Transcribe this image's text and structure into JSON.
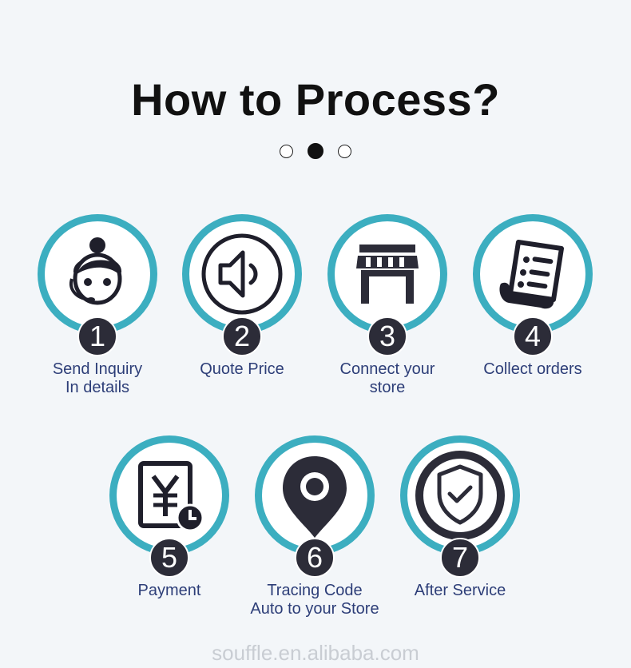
{
  "header": {
    "title": "How to Process?"
  },
  "pager": {
    "dots": [
      "inactive",
      "active",
      "inactive"
    ]
  },
  "steps": [
    {
      "number": "1",
      "line1": "Send Inquiry",
      "line2": "In details",
      "icon": "customer-service-icon"
    },
    {
      "number": "2",
      "line1": "Quote Price",
      "line2": "",
      "icon": "speaker-icon"
    },
    {
      "number": "3",
      "line1": "Connect your",
      "line2": "store",
      "icon": "store-icon"
    },
    {
      "number": "4",
      "line1": "Collect orders",
      "line2": "",
      "icon": "order-list-icon"
    },
    {
      "number": "5",
      "line1": "Payment",
      "line2": "",
      "icon": "yen-payment-icon"
    },
    {
      "number": "6",
      "line1": "Tracing Code",
      "line2": "Auto to your Store",
      "icon": "location-pin-icon"
    },
    {
      "number": "7",
      "line1": "After Service",
      "line2": "",
      "icon": "shield-check-icon"
    }
  ],
  "colors": {
    "ring": "#3caec0",
    "badge": "#2c2c38",
    "label": "#2d3e78",
    "background": "#f3f6f9"
  },
  "footer": {
    "watermark": "souffle.en.alibaba.com"
  }
}
